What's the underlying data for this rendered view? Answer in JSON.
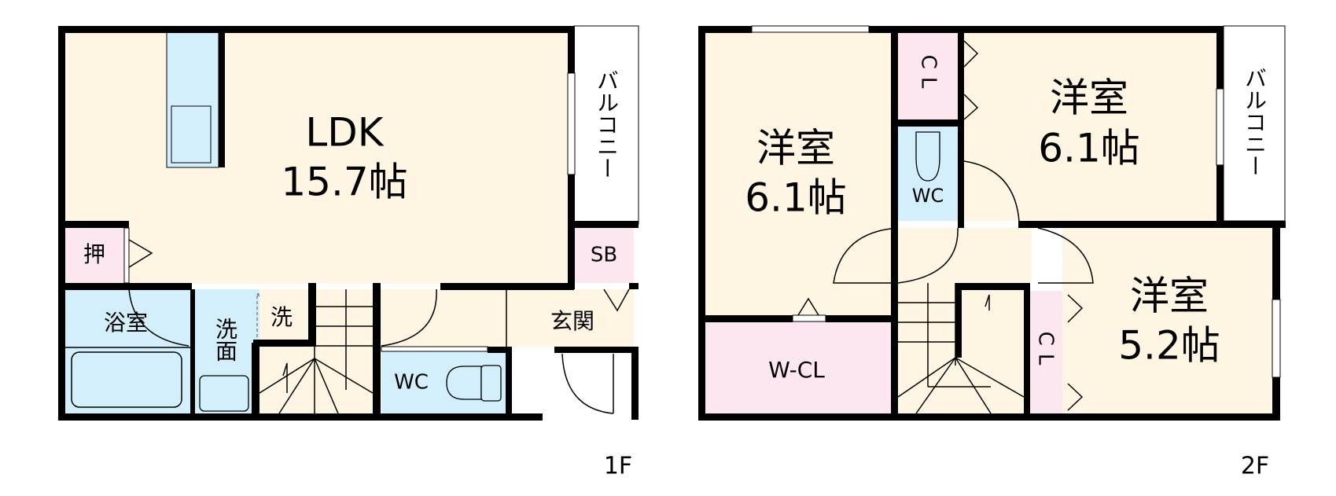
{
  "colors": {
    "room": "#fef6e2",
    "storage": "#fce6ef",
    "wet": "#d2effb",
    "wall": "#000000"
  },
  "floor1": {
    "label": "1F",
    "ldk": {
      "name": "LDK",
      "size": "15.7帖"
    },
    "balcony": "バルコニー",
    "oshiire": "押",
    "sb": "SB",
    "bath": "浴室",
    "washroom": "洗面",
    "washer": "洗",
    "entrance": "玄関",
    "wc": "WC"
  },
  "floor2": {
    "label": "2F",
    "room_left": {
      "name": "洋室",
      "size": "6.1帖"
    },
    "room_right": {
      "name": "洋室",
      "size": "6.1帖"
    },
    "room_bottom": {
      "name": "洋室",
      "size": "5.2帖"
    },
    "closet_top": "CL",
    "closet_bottom": "CL",
    "wc": "WC",
    "walkin": "W-CL",
    "balcony": "バルコニー"
  }
}
